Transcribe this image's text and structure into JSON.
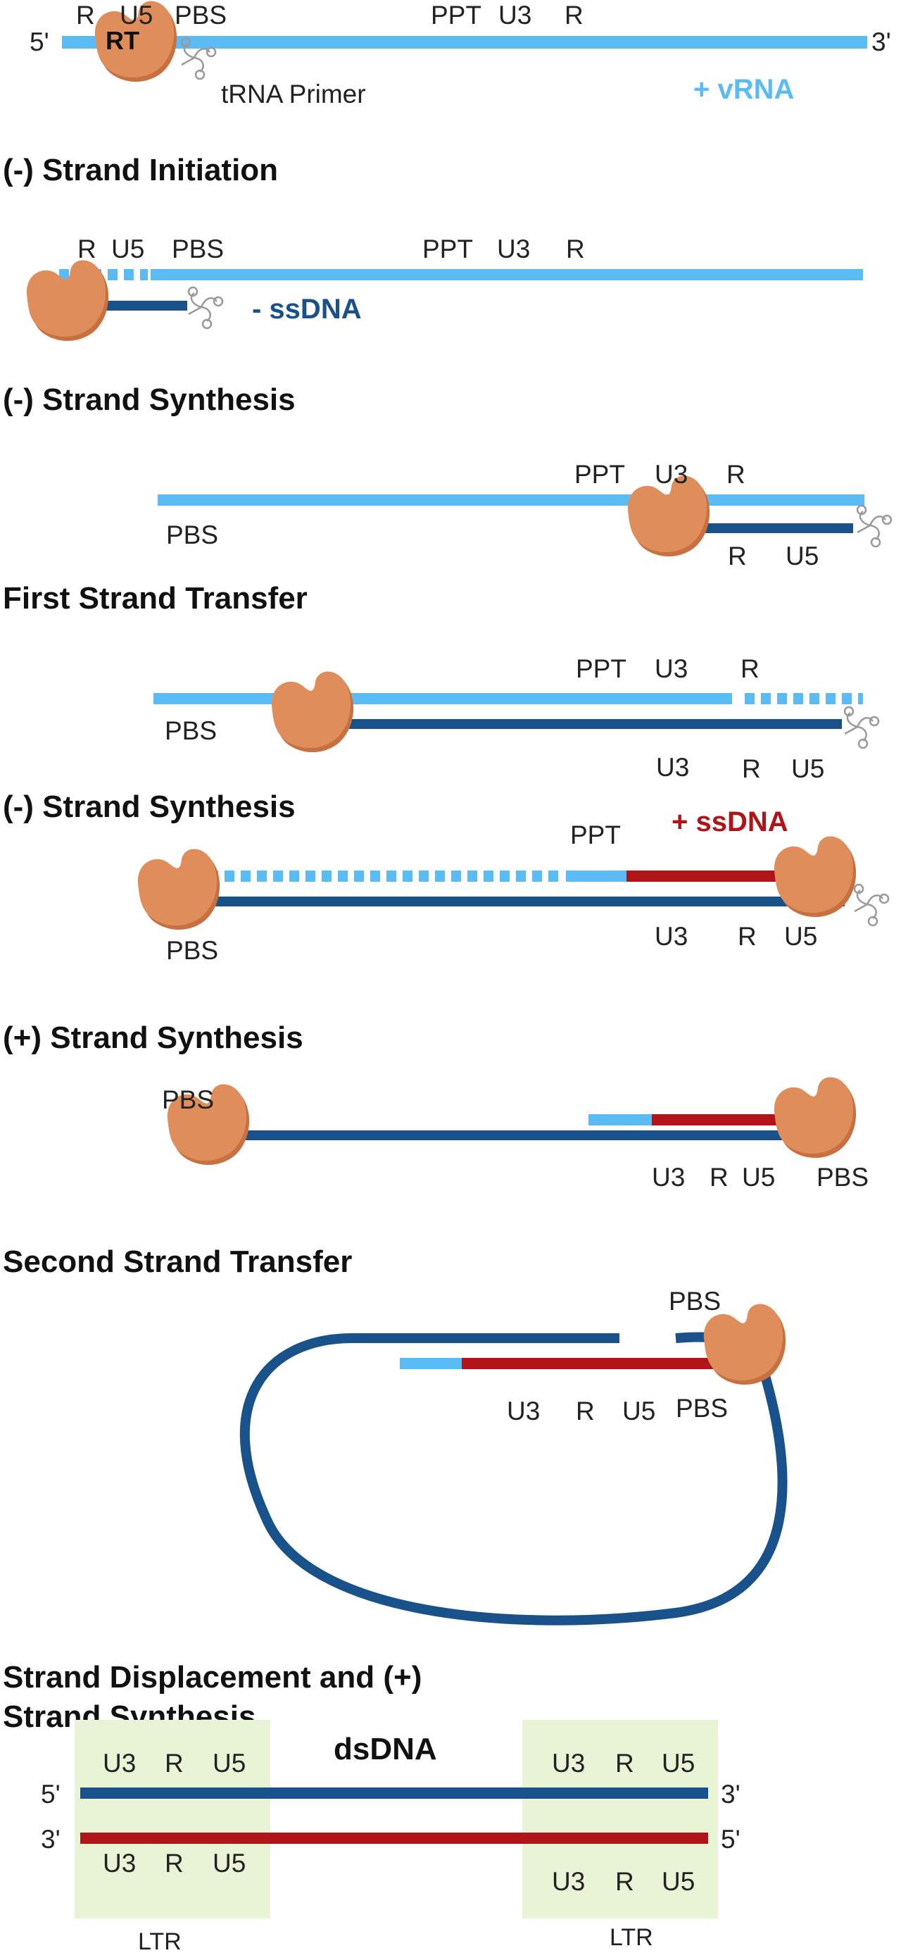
{
  "colors": {
    "vrna": "#5bbcf5",
    "minus_dna": "#19528a",
    "plus_dna": "#b01418",
    "rt": "#e08d5c",
    "rt_shadow": "#c8703f",
    "ltr_box": "#e9f3d5",
    "text": "#222222"
  },
  "icons": {
    "rt": "reverse-transcriptase-icon",
    "trna": "trna-cloverleaf-icon"
  },
  "step0": {
    "end5": "5'",
    "end3": "3'",
    "r": "R",
    "u5": "U5",
    "pbs": "PBS",
    "ppt": "PPT",
    "u3": "U3",
    "r2": "R",
    "rt": "RT",
    "primer": "tRNA Primer",
    "strand": "+ vRNA"
  },
  "step1": {
    "title": "(-) Strand Initiation",
    "r": "R",
    "u5": "U5",
    "pbs": "PBS",
    "ppt": "PPT",
    "u3": "U3",
    "r2": "R",
    "strand": "- ssDNA"
  },
  "step2": {
    "title": "(-) Strand Synthesis",
    "ppt": "PPT",
    "u3": "U3",
    "r": "R",
    "pbs": "PBS",
    "r_low": "R",
    "u5_low": "U5"
  },
  "step3": {
    "title": "First Strand Transfer",
    "ppt": "PPT",
    "u3": "U3",
    "r": "R",
    "pbs": "PBS",
    "u3_low": "U3",
    "r_low": "R",
    "u5_low": "U5"
  },
  "step4": {
    "title": "(-) Strand Synthesis",
    "ppt": "PPT",
    "strand": "+ ssDNA",
    "pbs": "PBS",
    "u3": "U3",
    "r": "R",
    "u5": "U5"
  },
  "step5": {
    "title": "(+) Strand Synthesis",
    "pbs_top": "PBS",
    "u3": "U3",
    "r": "R",
    "u5": "U5",
    "pbs_right": "PBS"
  },
  "step6": {
    "title": "Second Strand Transfer",
    "pbs_top": "PBS",
    "u3": "U3",
    "r": "R",
    "u5": "U5",
    "pbs": "PBS"
  },
  "step7": {
    "title_line1": "Strand Displacement and (+)",
    "title_line2": "Strand Synthesis",
    "center": "dsDNA",
    "top_5": "5'",
    "top_3": "3'",
    "bot_3": "3'",
    "bot_5": "5'",
    "l_u3": "U3",
    "l_r": "R",
    "l_u5": "U5",
    "l_u3_b": "U3",
    "l_r_b": "R",
    "l_u5_b": "U5",
    "r_u3": "U3",
    "r_r": "R",
    "r_u5": "U5",
    "r_u3_b": "U3",
    "r_r_b": "R",
    "r_u5_b": "U5",
    "ltr_left": "LTR",
    "ltr_right": "LTR"
  }
}
